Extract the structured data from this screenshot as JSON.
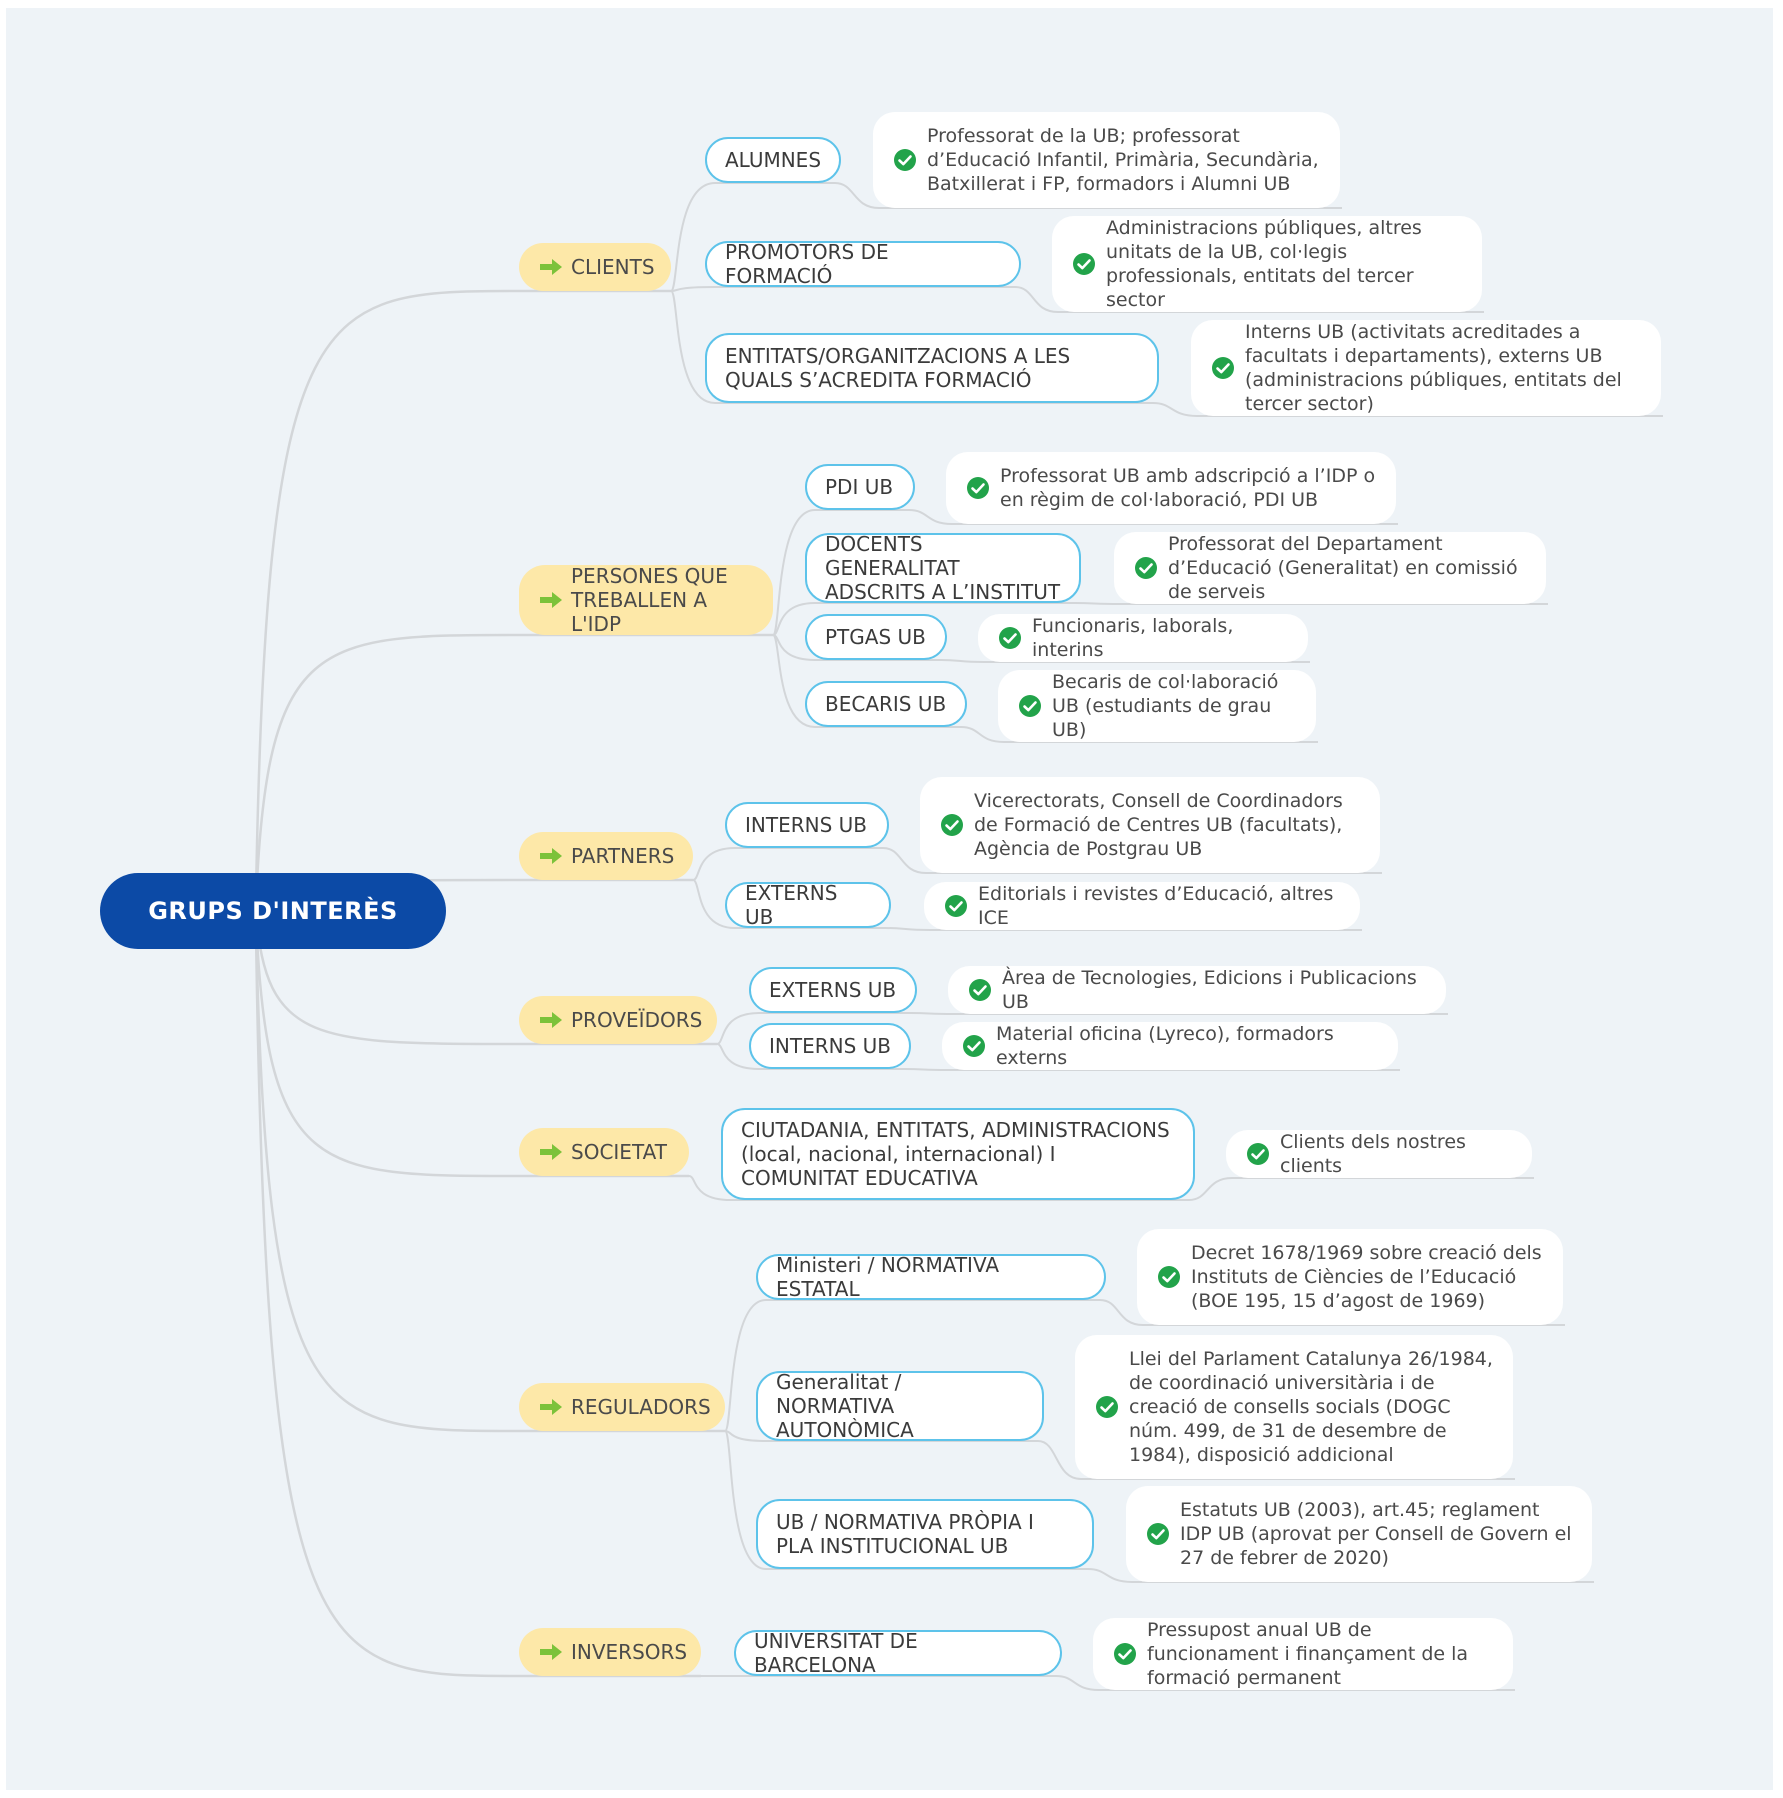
{
  "root": {
    "label": "GRUPS D'INTERÈS"
  },
  "categories": [
    {
      "label": "CLIENTS",
      "icon": "arrow-right-icon"
    },
    {
      "label": "PERSONES QUE TREBALLEN A L'IDP",
      "icon": "arrow-right-icon"
    },
    {
      "label": "PARTNERS",
      "icon": "arrow-right-icon"
    },
    {
      "label": "PROVEÏDORS",
      "icon": "arrow-right-icon"
    },
    {
      "label": "SOCIETAT",
      "icon": "arrow-right-icon"
    },
    {
      "label": "REGULADORS",
      "icon": "arrow-right-icon"
    },
    {
      "label": "INVERSORS",
      "icon": "arrow-right-icon"
    }
  ],
  "subtopics": [
    {
      "label": "ALUMNES",
      "detail": "Professorat de la UB; professorat d’Educació Infantil, Primària, Secundària, Batxillerat i FP, formadors i Alumni UB"
    },
    {
      "label": "PROMOTORS DE FORMACIÓ",
      "detail": "Administracions públiques, altres unitats de la UB, col·legis professionals, entitats del tercer sector"
    },
    {
      "label": "ENTITATS/ORGANITZACIONS A LES QUALS S’ACREDITA FORMACIÓ",
      "detail": "Interns UB (activitats acreditades a facultats i departaments), externs UB (administracions públiques, entitats del tercer sector)"
    },
    {
      "label": "PDI UB",
      "detail": "Professorat UB amb adscripció a l’IDP o en règim de col·laboració, PDI UB"
    },
    {
      "label": "DOCENTS GENERALITAT ADSCRITS A L’INSTITUT",
      "detail": "Professorat del Departament d’Educació (Generalitat) en comissió de serveis"
    },
    {
      "label": "PTGAS UB",
      "detail": "Funcionaris, laborals, interins"
    },
    {
      "label": "BECARIS UB",
      "detail": "Becaris de col·laboració UB (estudiants de grau UB)"
    },
    {
      "label": "INTERNS UB",
      "detail": "Vicerectorats, Consell de Coordinadors de Formació de Centres UB (facultats), Agència de Postgrau UB"
    },
    {
      "label": "EXTERNS UB",
      "detail": "Editorials i revistes d’Educació, altres ICE"
    },
    {
      "label": "EXTERNS UB",
      "detail": "Àrea de Tecnologies, Edicions i Publicacions UB"
    },
    {
      "label": "INTERNS UB",
      "detail": "Material oficina (Lyreco), formadors externs"
    },
    {
      "label": "CIUTADANIA, ENTITATS, ADMINISTRACIONS (local, nacional, internacional) I COMUNITAT EDUCATIVA",
      "detail": "Clients dels nostres clients"
    },
    {
      "label": "Ministeri / NORMATIVA ESTATAL",
      "detail": "Decret 1678/1969 sobre creació dels Instituts de Ciències de l’Educació (BOE 195, 15 d’agost de 1969)"
    },
    {
      "label": "Generalitat / NORMATIVA AUTONÒMICA",
      "detail": "Llei del Parlament Catalunya 26/1984, de coordinació universitària i de creació de consells socials (DOGC núm. 499, de 31 de desembre de 1984), disposició addicional"
    },
    {
      "label": "UB / NORMATIVA PRÒPIA I PLA INSTITUCIONAL UB",
      "detail": "Estatuts UB (2003), art.45; reglament IDP UB (aprovat per Consell de Govern el 27 de febrer de 2020)"
    },
    {
      "label": "UNIVERSITAT DE BARCELONA",
      "detail": "Pressupost anual UB de funcionament i finançament de la formació permanent"
    }
  ],
  "colors": {
    "canvas": "#eef3f7",
    "root": "#0c4aa6",
    "category": "#fde8a8",
    "subtopic_border": "#5dc3ea",
    "connector": "#d3d6d9",
    "check": "#22a34a",
    "arrow": "#7cc23a"
  }
}
